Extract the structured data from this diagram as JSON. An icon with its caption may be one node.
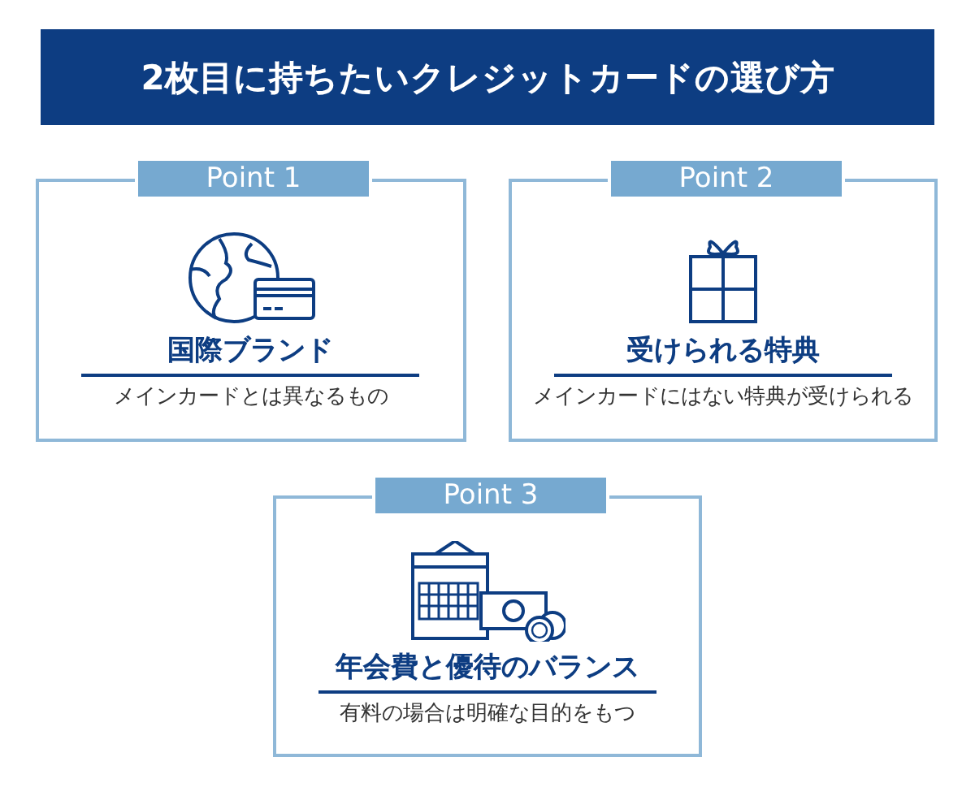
{
  "diagram": {
    "title": "2枚目に持ちたいクレジットカードの選び方",
    "nodes": [
      {
        "text": [
          "Point 1",
          "国際ブランド",
          "メインカードとは異なるもの"
        ]
      },
      {
        "text": [
          "Point 2",
          "受けられる特典",
          "メインカードにはない特典が受けられる"
        ]
      },
      {
        "text": [
          "Point 3",
          "年会費と優待のバランス",
          "有料の場合は明確な目的をもつ"
        ]
      }
    ]
  }
}
